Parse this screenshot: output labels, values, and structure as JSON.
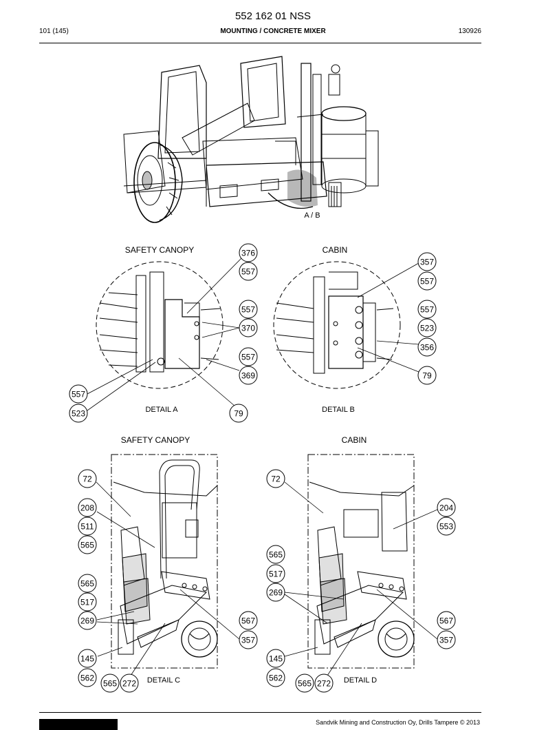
{
  "header": {
    "doc_number": "552 162 01 NSS",
    "page": "101 (145)",
    "title": "MOUNTING / CONCRETE MIXER",
    "date_code": "130926"
  },
  "overview": {
    "callout": "A / B"
  },
  "details": {
    "safety_canopy_top": "SAFETY CANOPY",
    "cabin_top": "CABIN",
    "detail_a": "DETAIL A",
    "detail_b": "DETAIL B",
    "safety_canopy_bottom": "SAFETY CANOPY",
    "cabin_bottom": "CABIN",
    "detail_c": "DETAIL C",
    "detail_d": "DETAIL D"
  },
  "balloons": {
    "a": [
      "376",
      "557",
      "557",
      "370",
      "557",
      "369",
      "557",
      "523",
      "79"
    ],
    "b": [
      "357",
      "557",
      "557",
      "523",
      "356",
      "79"
    ],
    "c": [
      "72",
      "208",
      "511",
      "565",
      "565",
      "517",
      "269",
      "567",
      "357",
      "145",
      "562",
      "565",
      "272"
    ],
    "d": [
      "72",
      "204",
      "553",
      "565",
      "517",
      "269",
      "567",
      "357",
      "145",
      "562",
      "565",
      "272"
    ]
  },
  "footer": {
    "copyright": "Sandvik Mining and Construction Oy, Drills Tampere © 2013"
  }
}
